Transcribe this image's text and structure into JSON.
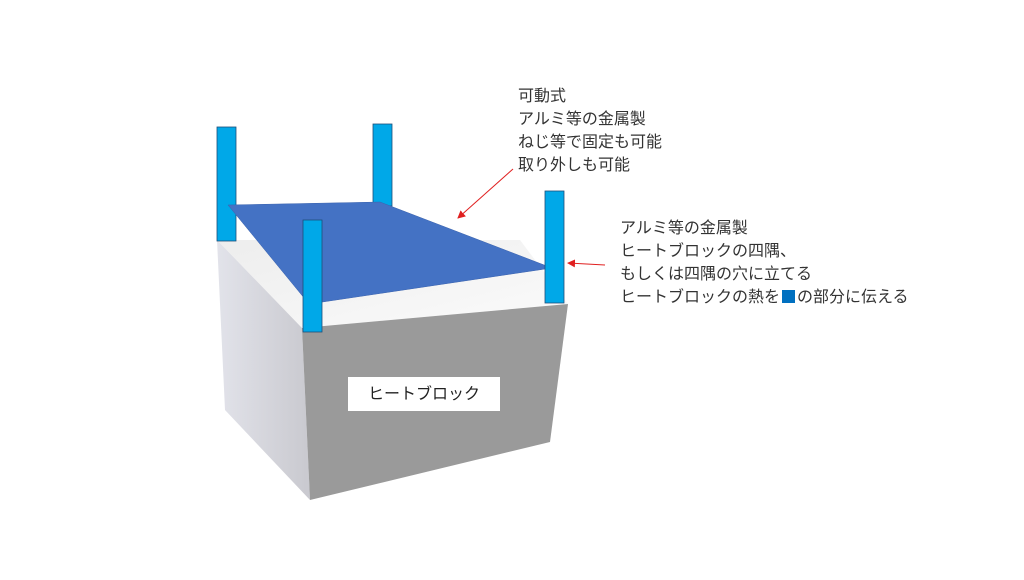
{
  "diagram": {
    "plate_note": {
      "lines": [
        "可動式",
        "アルミ等の金属製",
        "ねじ等で固定も可能",
        "取り外しも可能"
      ]
    },
    "post_note": {
      "lines": [
        "アルミ等の金属製",
        "ヒートブロックの四隅、",
        "もしくは四隅の穴に立てる"
      ],
      "last_line_before": "ヒートブロックの熱を",
      "last_line_after": "の部分に伝える"
    },
    "block_label": "ヒートブロック",
    "colors": {
      "plate": "#4472c4",
      "post": "#00a8e8",
      "post_border": "#1f4e79",
      "arrow": "#e02020",
      "legend_square": "#0070c0",
      "block_front": "#9a9a9a",
      "block_side": "#dcdde3",
      "block_top": "#f4f4f4"
    }
  }
}
